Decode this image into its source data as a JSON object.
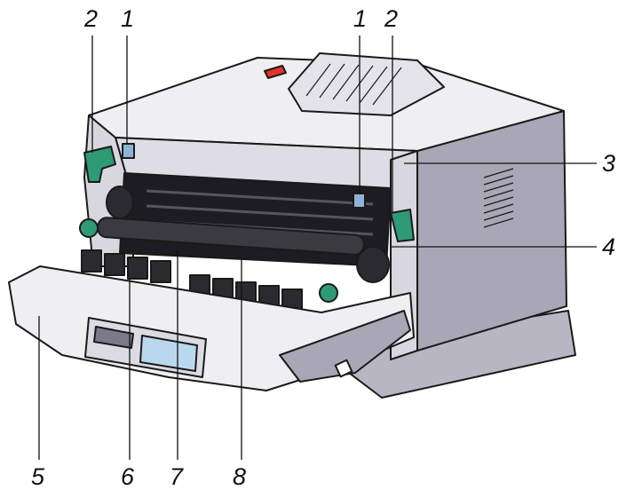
{
  "callouts": [
    {
      "id": "c1a",
      "label": "1"
    },
    {
      "id": "c2a",
      "label": "2"
    },
    {
      "id": "c1b",
      "label": "1"
    },
    {
      "id": "c2b",
      "label": "2"
    },
    {
      "id": "c3",
      "label": "3"
    },
    {
      "id": "c4",
      "label": "4"
    },
    {
      "id": "c5",
      "label": "5"
    },
    {
      "id": "c6",
      "label": "6"
    },
    {
      "id": "c7",
      "label": "7"
    },
    {
      "id": "c8",
      "label": "8"
    }
  ],
  "colors": {
    "body_light": "#efeff2",
    "body_mid": "#c9c8d2",
    "body_dark": "#8c8a99",
    "side_panel": "#a9a6b6",
    "interior_dark": "#1c1c22",
    "roller": "#3a3a40",
    "lever_green": "#2e9a76",
    "lock_blue": "#8fb3d6",
    "indicator_red": "#e0342a",
    "panel_blue": "#b9d8f0"
  }
}
